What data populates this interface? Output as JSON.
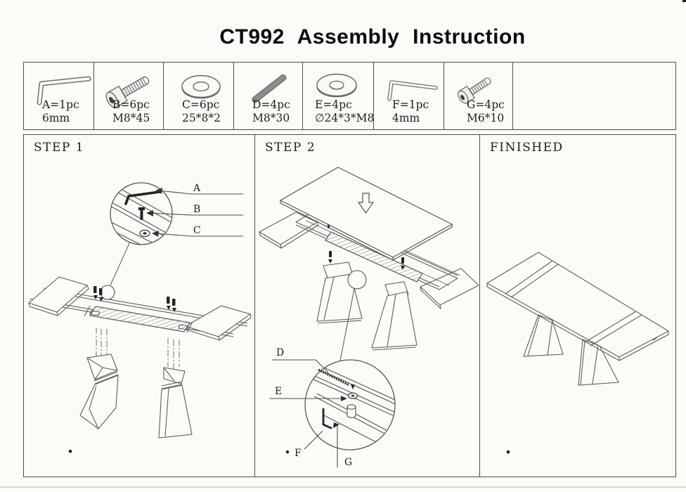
{
  "header": {
    "title": "CT992 Assembly Instruction"
  },
  "parts": [
    {
      "id": "A",
      "qty": "A=1pc",
      "spec": "6mm",
      "icon": "allen-key-icon"
    },
    {
      "id": "B",
      "qty": "B=6pc",
      "spec": "M8*45",
      "icon": "socket-bolt-icon"
    },
    {
      "id": "C",
      "qty": "C=6pc",
      "spec": "25*8*2",
      "icon": "washer-icon"
    },
    {
      "id": "D",
      "qty": "D=4pc",
      "spec": "M8*30",
      "icon": "threaded-stud-icon"
    },
    {
      "id": "E",
      "qty": "E=4pc",
      "spec": "∅24*3*M8",
      "icon": "washer-icon"
    },
    {
      "id": "F",
      "qty": "F=1pc",
      "spec": "4mm",
      "icon": "allen-key-icon"
    },
    {
      "id": "G",
      "qty": "G=4pc",
      "spec": "M6*10",
      "icon": "socket-bolt-icon"
    }
  ],
  "steps": {
    "step1": {
      "label": "STEP 1",
      "callouts": [
        "A",
        "B",
        "C"
      ]
    },
    "step2": {
      "label": "STEP 2",
      "callouts": [
        "D",
        "E",
        "F",
        "G"
      ]
    },
    "finished": {
      "label": "FINISHED"
    }
  },
  "colors": {
    "paper": "#fcfbf7",
    "line": "#5d5d5d",
    "border": "#4e4e4e",
    "ink": "#0c0c0c",
    "dark_part": "#242424"
  }
}
